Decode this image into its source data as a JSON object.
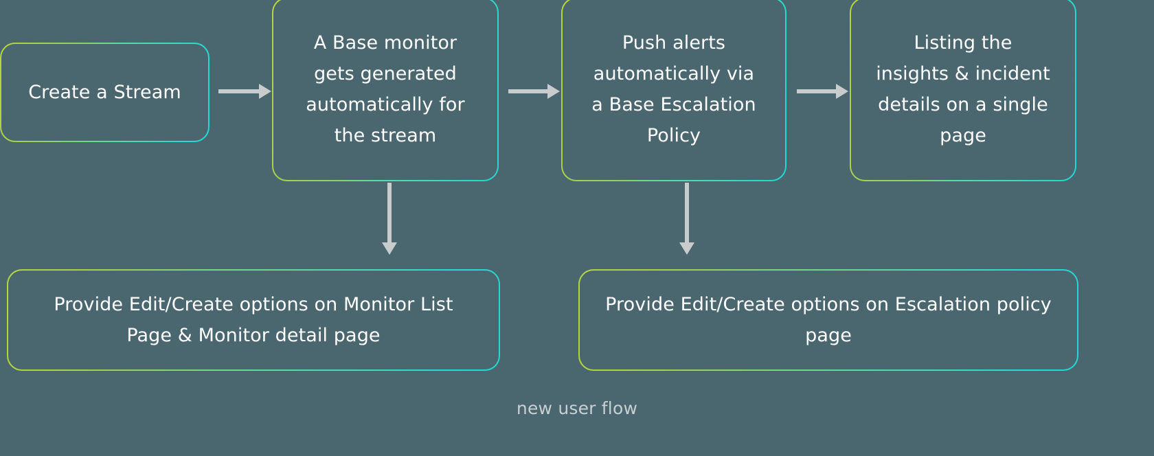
{
  "diagram": {
    "caption": "new user flow",
    "background_color": "#4a666f",
    "text_color": "#ffffff",
    "caption_color": "#c8d0d2",
    "arrow_color": "#c9cccd",
    "border_gradient_start": "#b7d63a",
    "border_gradient_end": "#23d6d6",
    "nodes": [
      {
        "id": "create-stream",
        "label": "Create a Stream"
      },
      {
        "id": "base-monitor",
        "label": "A Base monitor\ngets generated\nautomatically for\nthe stream"
      },
      {
        "id": "push-alerts",
        "label": "Push alerts\nautomatically via\na Base Escalation\nPolicy"
      },
      {
        "id": "listing-insights",
        "label": "Listing the\ninsights & incident\ndetails on a single\npage"
      },
      {
        "id": "monitor-edit-options",
        "label": "Provide Edit/Create options on Monitor List\nPage & Monitor detail page"
      },
      {
        "id": "escalation-edit-options",
        "label": "Provide Edit/Create options on Escalation policy\npage"
      }
    ],
    "connections": [
      {
        "id": "create-stream-to-base-monitor",
        "from": "create-stream",
        "to": "base-monitor",
        "direction": "right"
      },
      {
        "id": "base-monitor-to-push-alerts",
        "from": "base-monitor",
        "to": "push-alerts",
        "direction": "right"
      },
      {
        "id": "push-alerts-to-listing-insights",
        "from": "push-alerts",
        "to": "listing-insights",
        "direction": "right"
      },
      {
        "id": "base-monitor-to-monitor-edit",
        "from": "base-monitor",
        "to": "monitor-edit-options",
        "direction": "down"
      },
      {
        "id": "push-alerts-to-escalation-edit",
        "from": "push-alerts",
        "to": "escalation-edit-options",
        "direction": "down"
      }
    ]
  }
}
